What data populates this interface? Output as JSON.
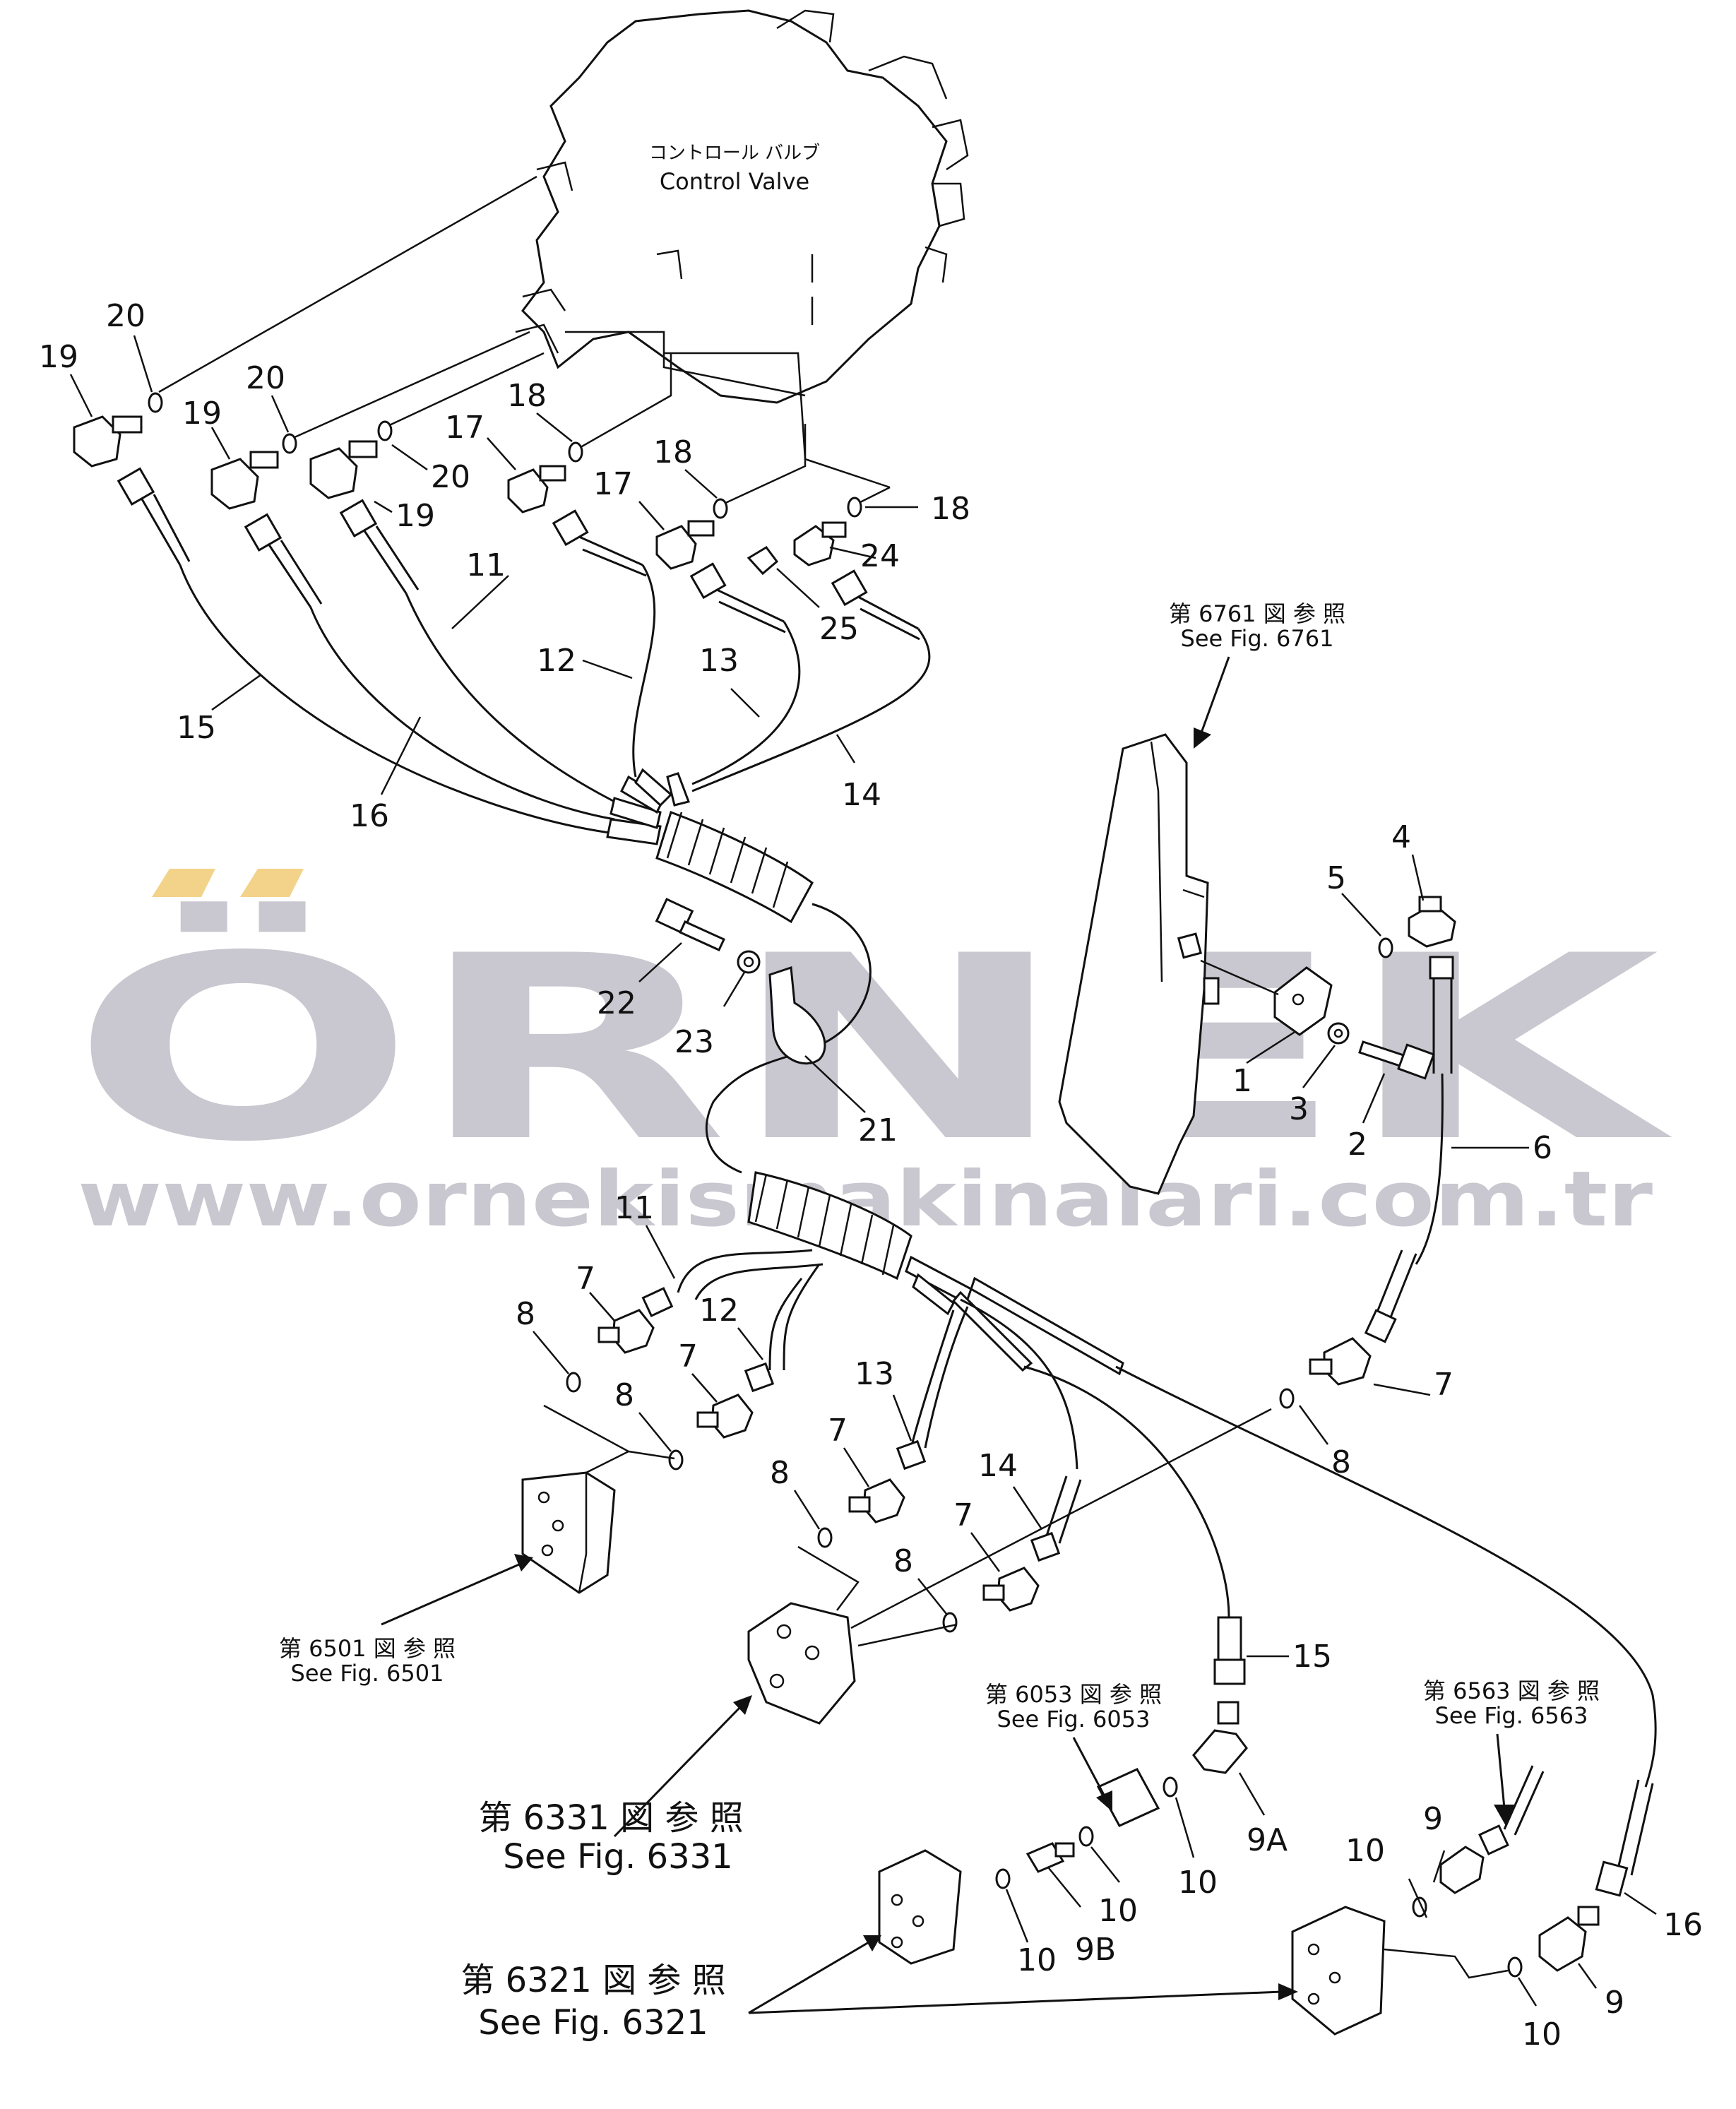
{
  "watermark": {
    "brand": "ÖRNEK",
    "url": "www.ornekismakinalari.com.tr",
    "color": "#c9c7cf",
    "accent": "#f3d38a"
  },
  "control_valve": {
    "label_jp": "コントロール バルブ",
    "label_en": "Control Valve"
  },
  "references": {
    "fig6761": {
      "jp": "第 6761 図 参 照",
      "en": "See Fig. 6761"
    },
    "fig6501": {
      "jp": "第 6501 図 参 照",
      "en": "See Fig. 6501"
    },
    "fig6331": {
      "jp": "第 6331 図 参 照",
      "en": "See Fig. 6331"
    },
    "fig6053": {
      "jp": "第 6053 図 参 照",
      "en": "See Fig. 6053"
    },
    "fig6563": {
      "jp": "第 6563 図 参 照",
      "en": "See Fig. 6563"
    },
    "fig6321": {
      "jp": "第 6321 図 参 照",
      "en": "See Fig. 6321"
    }
  },
  "labels": [
    {
      "text": "19"
    },
    {
      "text": "20"
    },
    {
      "text": "19"
    },
    {
      "text": "20"
    },
    {
      "text": "20"
    },
    {
      "text": "19"
    },
    {
      "text": "17"
    },
    {
      "text": "18"
    },
    {
      "text": "17"
    },
    {
      "text": "18"
    },
    {
      "text": "18"
    },
    {
      "text": "24"
    },
    {
      "text": "25"
    },
    {
      "text": "11"
    },
    {
      "text": "12"
    },
    {
      "text": "13"
    },
    {
      "text": "14"
    },
    {
      "text": "15"
    },
    {
      "text": "16"
    },
    {
      "text": "22"
    },
    {
      "text": "23"
    },
    {
      "text": "21"
    },
    {
      "text": "4"
    },
    {
      "text": "5"
    },
    {
      "text": "1"
    },
    {
      "text": "3"
    },
    {
      "text": "2"
    },
    {
      "text": "6"
    },
    {
      "text": "11"
    },
    {
      "text": "7"
    },
    {
      "text": "8"
    },
    {
      "text": "12"
    },
    {
      "text": "7"
    },
    {
      "text": "8"
    },
    {
      "text": "13"
    },
    {
      "text": "7"
    },
    {
      "text": "8"
    },
    {
      "text": "14"
    },
    {
      "text": "7"
    },
    {
      "text": "8"
    },
    {
      "text": "7"
    },
    {
      "text": "8"
    },
    {
      "text": "15"
    },
    {
      "text": "9A"
    },
    {
      "text": "10"
    },
    {
      "text": "10"
    },
    {
      "text": "9B"
    },
    {
      "text": "10"
    },
    {
      "text": "10"
    },
    {
      "text": "9"
    },
    {
      "text": "16"
    },
    {
      "text": "9"
    },
    {
      "text": "10"
    }
  ]
}
